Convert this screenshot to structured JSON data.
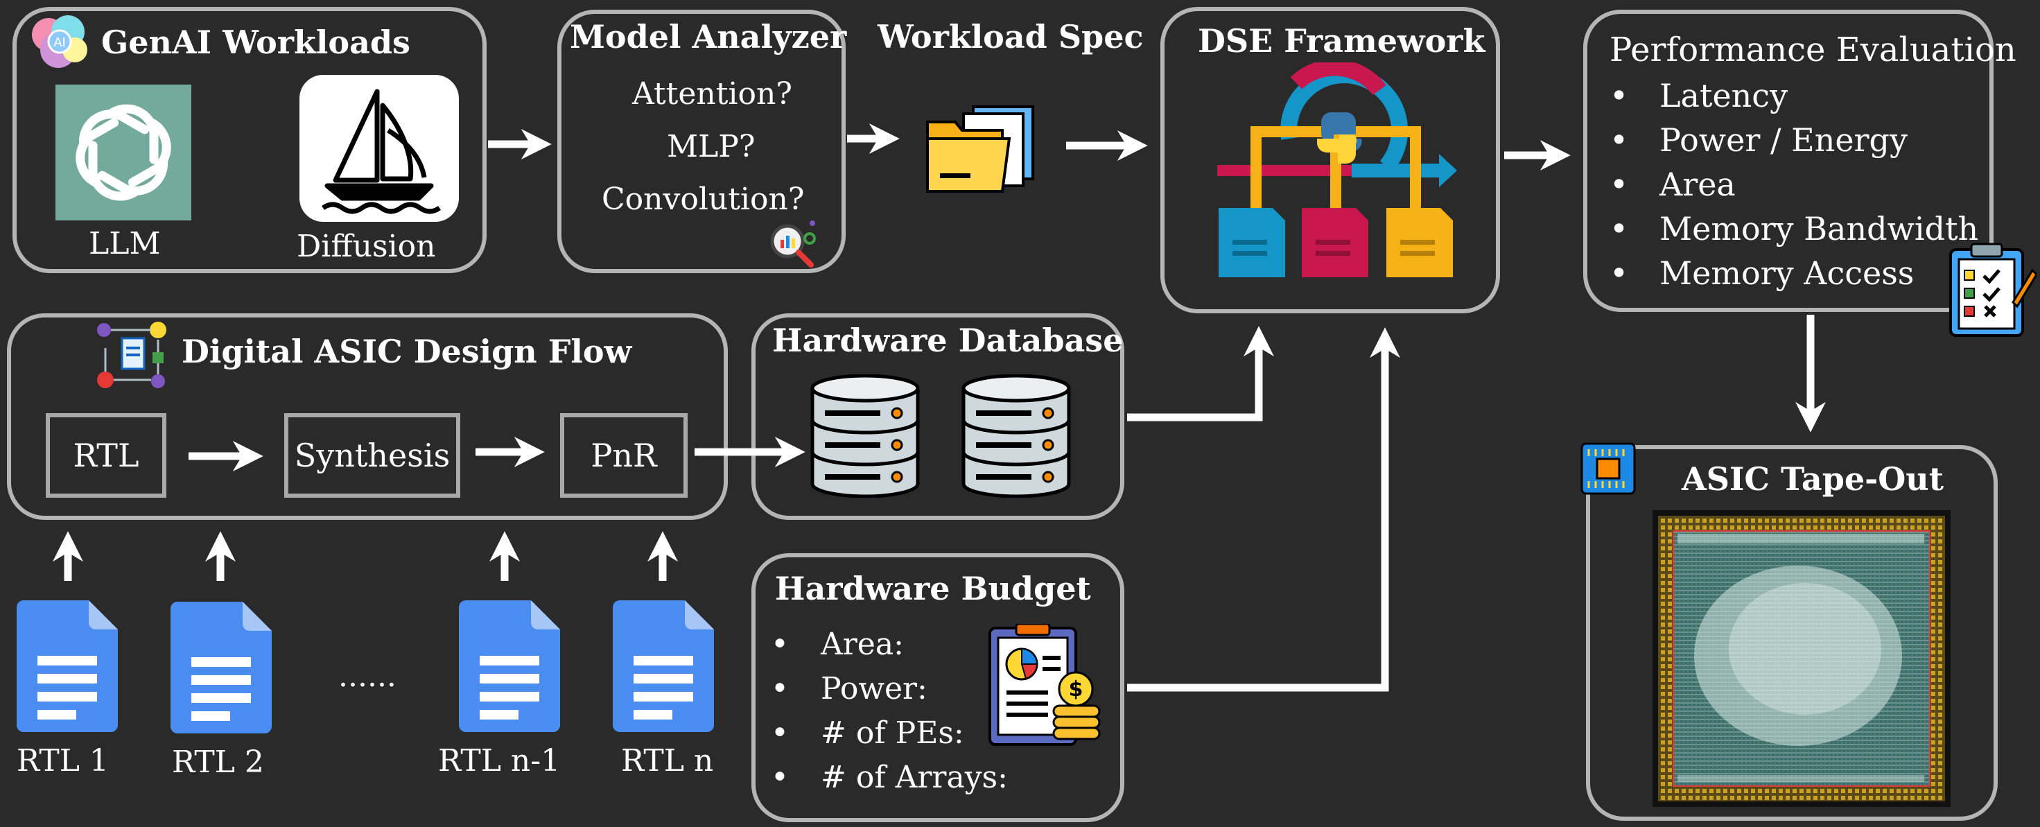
{
  "genai": {
    "title": "GenAI Workloads",
    "llm_label": "LLM",
    "diffusion_label": "Diffusion"
  },
  "analyzer": {
    "title": "Model Analyzer",
    "q1": "Attention?",
    "q2": "MLP?",
    "q3": "Convolution?"
  },
  "workload_spec": {
    "title": "Workload Spec"
  },
  "dse": {
    "title": "DSE Framework"
  },
  "perf": {
    "title": "Performance Evaluation",
    "items": [
      "Latency",
      "Power / Energy",
      "Area",
      "Memory Bandwidth",
      "Memory Access"
    ]
  },
  "asic_flow": {
    "title": "Digital ASIC Design Flow",
    "rtl": "RTL",
    "synthesis": "Synthesis",
    "pnr": "PnR"
  },
  "hw_db": {
    "title": "Hardware Database"
  },
  "hw_budget": {
    "title": "Hardware Budget",
    "items": [
      "Area:",
      "Power:",
      "# of PEs:",
      "# of Arrays:"
    ]
  },
  "tapeout": {
    "title": "ASIC Tape-Out"
  },
  "rtl_files": {
    "labels": [
      "RTL 1",
      "RTL 2",
      "RTL n-1",
      "RTL n"
    ],
    "ellipsis": "......"
  },
  "colors": {
    "background": "#2a2a2a",
    "border": "#b5b5b5",
    "doc_blue": "#4a8cf0",
    "doc_cyan": "#1596c8",
    "doc_red": "#c8184e",
    "doc_yellow": "#f5b116",
    "folder": "#f5c142"
  }
}
